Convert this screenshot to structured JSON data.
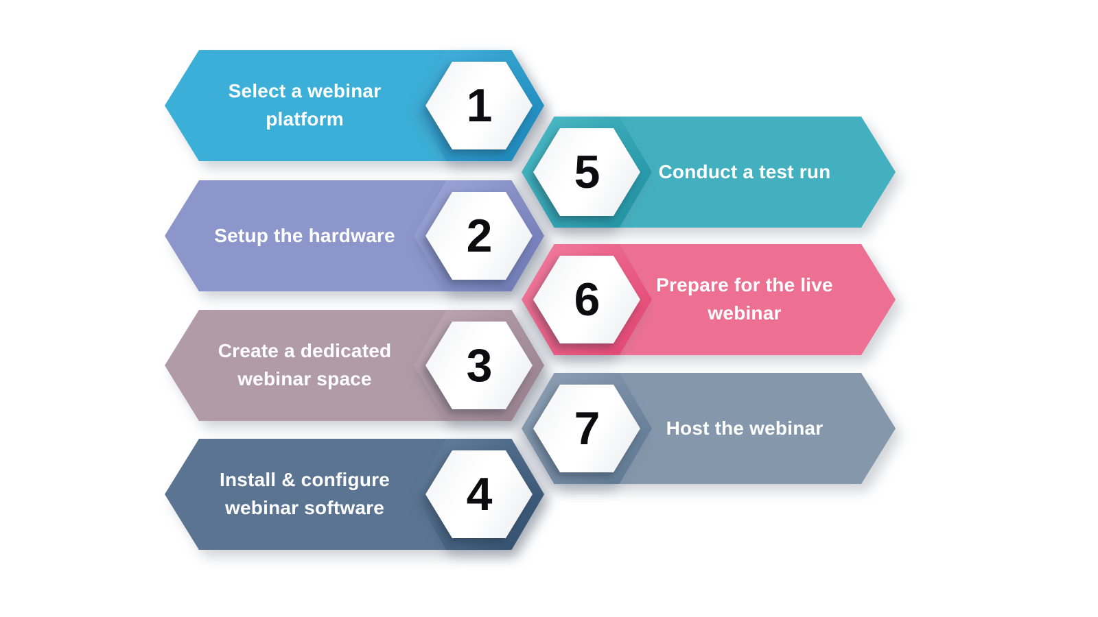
{
  "diagram": {
    "background_color": "#ffffff",
    "text_color": "#ffffff",
    "number_color": "#0c0c0e",
    "steps": [
      {
        "number": "1",
        "label": "Select a webinar platform",
        "lines": [
          "Select a webinar",
          "platform"
        ],
        "side": "left",
        "banner_color": "#3bafd7",
        "badge_gradient": [
          "#45b5dd",
          "#1a84b8"
        ]
      },
      {
        "number": "2",
        "label": "Setup the hardware",
        "lines": [
          "Setup the hardware"
        ],
        "side": "left",
        "banner_color": "#8c96cb",
        "badge_gradient": [
          "#a0a8d8",
          "#6c77b4"
        ]
      },
      {
        "number": "3",
        "label": "Create a dedicated webinar space",
        "lines": [
          "Create a dedicated",
          "webinar space"
        ],
        "side": "left",
        "banner_color": "#b19ba7",
        "badge_gradient": [
          "#bfa9b4",
          "#977e8c"
        ]
      },
      {
        "number": "4",
        "label": "Install & configure webinar software",
        "lines": [
          "Install & configure",
          "webinar software"
        ],
        "side": "left",
        "banner_color": "#5a7491",
        "badge_gradient": [
          "#67819e",
          "#2f4d6c"
        ]
      },
      {
        "number": "5",
        "label": "Conduct a test run",
        "lines": [
          "Conduct a test run"
        ],
        "side": "right",
        "banner_color": "#43b0bf",
        "badge_gradient": [
          "#4dbcc7",
          "#1e8fa1"
        ]
      },
      {
        "number": "6",
        "label": "Prepare for the live webinar",
        "lines": [
          "Prepare for the live",
          "webinar"
        ],
        "side": "right",
        "banner_color": "#ed7093",
        "badge_gradient": [
          "#f27fa0",
          "#e2426e"
        ]
      },
      {
        "number": "7",
        "label": "Host the webinar",
        "lines": [
          "Host the webinar"
        ],
        "side": "right",
        "banner_color": "#8497ab",
        "badge_gradient": [
          "#91a3b6",
          "#5c7691"
        ]
      }
    ]
  }
}
